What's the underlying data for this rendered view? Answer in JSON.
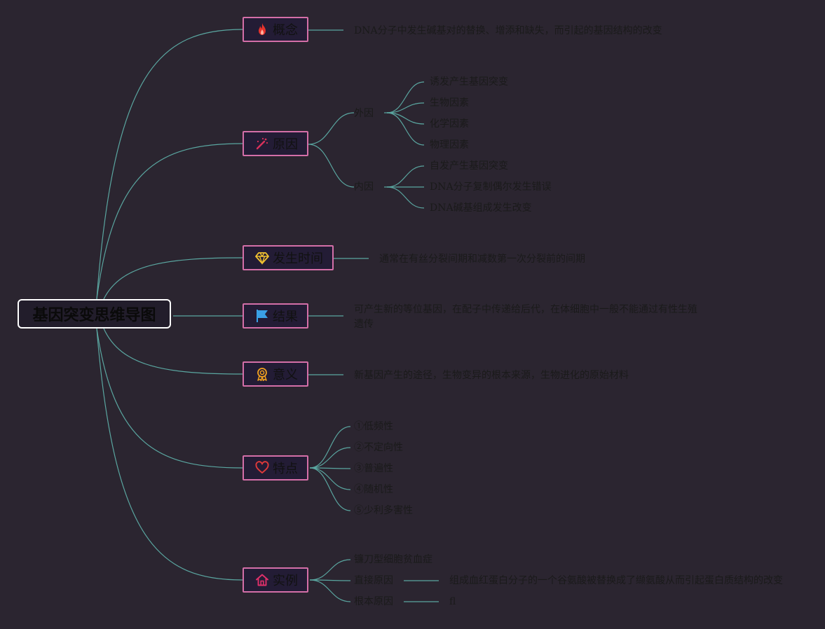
{
  "root": {
    "label": "基因突变思维导图"
  },
  "branches": [
    {
      "label": "概念",
      "icon": "fire-icon",
      "icon_color": "#e8332c",
      "items": [
        {
          "text": "DNA分子中发生碱基对的替换、增添和缺失，而引起的基因结构的改变"
        }
      ]
    },
    {
      "label": "原因",
      "icon": "magic-wand-icon",
      "icon_color": "#d8315b",
      "groups": [
        {
          "label": "外因",
          "items": [
            "诱发产生基因突变",
            "生物因素",
            "化学因素",
            "物理因素"
          ]
        },
        {
          "label": "内因",
          "items": [
            "自发产生基因突变",
            "DNA分子复制偶尔发生错误",
            "DNA碱基组成发生改变"
          ]
        }
      ]
    },
    {
      "label": "发生时间",
      "icon": "diamond-icon",
      "icon_color": "#f2c230",
      "items": [
        {
          "text": "通常在有丝分裂间期和减数第一次分裂前的间期"
        }
      ]
    },
    {
      "label": "结果",
      "icon": "flag-icon",
      "icon_color": "#3aa0e6",
      "items": [
        {
          "text": "可产生新的等位基因，在配子中传递给后代，在体细胞中一般不能通过有性生殖遗传"
        }
      ]
    },
    {
      "label": "意义",
      "icon": "medal-icon",
      "icon_color": "#f0a020",
      "items": [
        {
          "text": "新基因产生的途径，生物变异的根本来源，生物进化的原始材料"
        }
      ]
    },
    {
      "label": "特点",
      "icon": "heart-icon",
      "icon_color": "#e03a3a",
      "items": [
        "①低频性",
        "②不定向性",
        "③普遍性",
        "④随机性",
        "⑤少利多害性"
      ]
    },
    {
      "label": "实例",
      "icon": "home-icon",
      "icon_color": "#e0306a",
      "items": [
        {
          "label": "镰刀型细胞贫血症"
        },
        {
          "label": "直接原因",
          "detail": "组成血红蛋白分子的一个谷氨酸被替换成了缬氨酸从而引起蛋白质结构的改变"
        },
        {
          "label": "根本原因",
          "detail": "fl"
        }
      ]
    }
  ],
  "colors": {
    "background": "#2b2530",
    "connector": "#5aa6a0",
    "branch_border": "#d46fa8",
    "branch_fill": "#231c35",
    "root_border": "#ffffff"
  }
}
